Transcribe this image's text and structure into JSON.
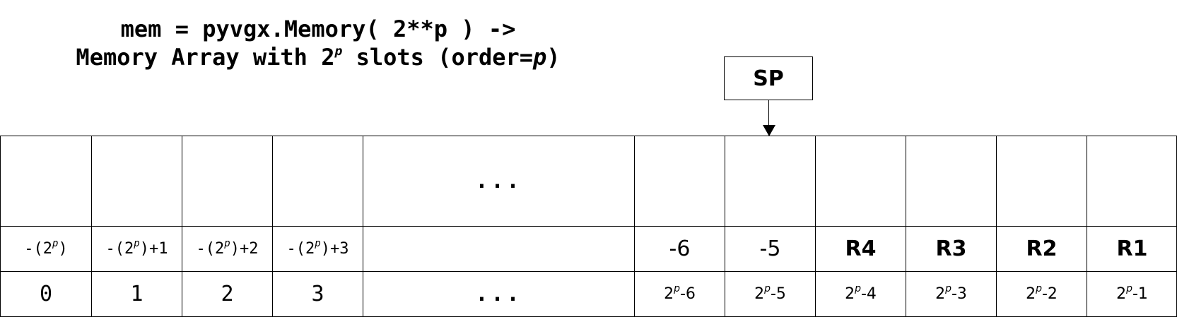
{
  "title": {
    "line1": "mem = pyvgx.Memory( 2**p ) ->",
    "line2_prefix": "Memory Array with 2",
    "line2_exp": "p",
    "line2_mid": " slots (order=",
    "line2_var": "p",
    "line2_suffix": ")"
  },
  "pointer": {
    "label": "SP"
  },
  "ellipsis": "...",
  "columns": [
    {
      "neg_base": "-(2",
      "neg_exp": "p",
      "neg_suffix": ")",
      "index": "0"
    },
    {
      "neg_base": "-(2",
      "neg_exp": "p",
      "neg_suffix": ")+1",
      "index": "1"
    },
    {
      "neg_base": "-(2",
      "neg_exp": "p",
      "neg_suffix": ")+2",
      "index": "2"
    },
    {
      "neg_base": "-(2",
      "neg_exp": "p",
      "neg_suffix": ")+3",
      "index": "3"
    },
    {
      "ellipsis": "...",
      "index_ellipsis": "..."
    },
    {
      "neg": "-6",
      "pos_base": "2",
      "pos_exp": "p",
      "pos_suffix": "-6"
    },
    {
      "neg": "-5",
      "pos_base": "2",
      "pos_exp": "p",
      "pos_suffix": "-5"
    },
    {
      "register": "R4",
      "pos_base": "2",
      "pos_exp": "p",
      "pos_suffix": "-4"
    },
    {
      "register": "R3",
      "pos_base": "2",
      "pos_exp": "p",
      "pos_suffix": "-3"
    },
    {
      "register": "R2",
      "pos_base": "2",
      "pos_exp": "p",
      "pos_suffix": "-2"
    },
    {
      "register": "R1",
      "pos_base": "2",
      "pos_exp": "p",
      "pos_suffix": "-1"
    }
  ]
}
